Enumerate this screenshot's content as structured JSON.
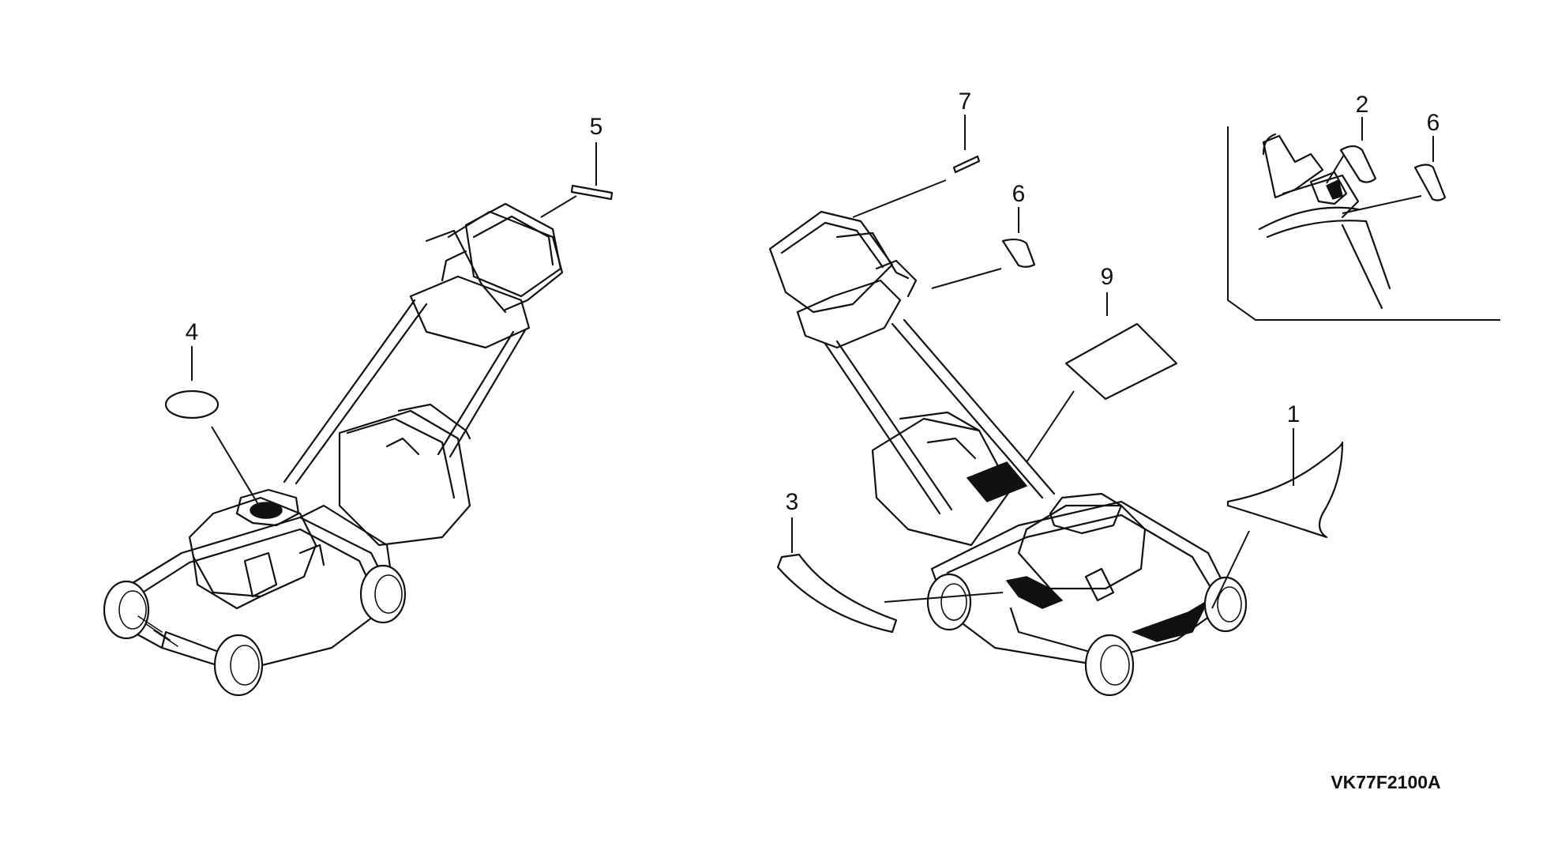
{
  "callouts": {
    "c1": "1",
    "c2": "2",
    "c3": "3",
    "c4": "4",
    "c5": "5",
    "c6a": "6",
    "c6b": "6",
    "c7": "7",
    "c9": "9"
  },
  "drawing_code": "VK77F2100A"
}
